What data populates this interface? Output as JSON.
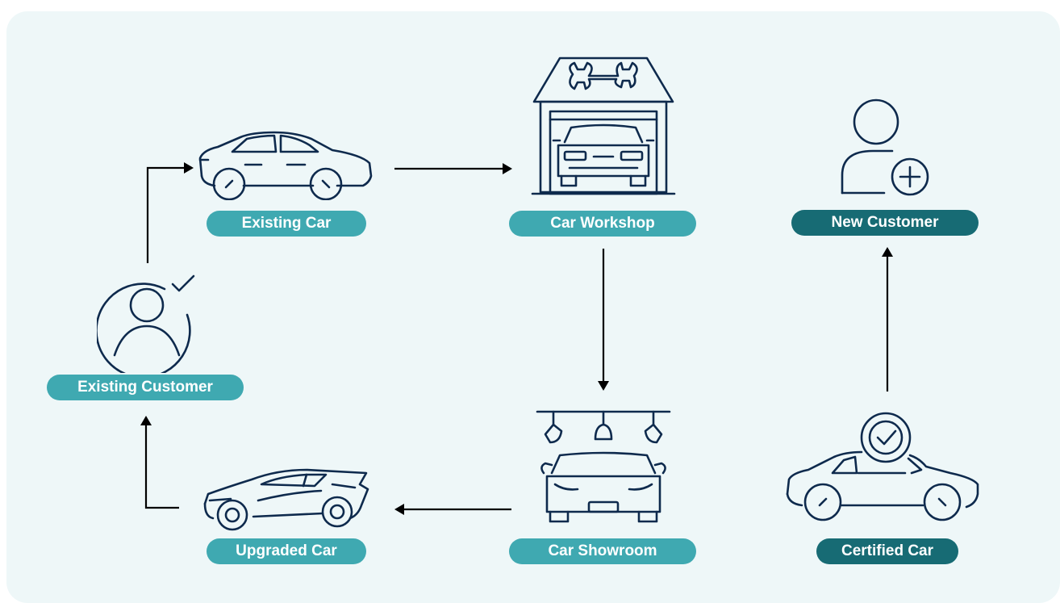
{
  "nodes": {
    "existing_car": {
      "label": "Existing Car",
      "icon": "sedan-car-icon"
    },
    "car_workshop": {
      "label": "Car Workshop",
      "icon": "garage-wrench-icon"
    },
    "new_customer": {
      "label": "New Customer",
      "icon": "user-add-icon"
    },
    "existing_customer": {
      "label": "Existing Customer",
      "icon": "user-check-icon"
    },
    "upgraded_car": {
      "label": "Upgraded Car",
      "icon": "sports-car-icon"
    },
    "car_showroom": {
      "label": "Car Showroom",
      "icon": "showroom-lights-car-icon"
    },
    "certified_car": {
      "label": "Certified Car",
      "icon": "certified-badge-car-icon"
    }
  },
  "edges": [
    {
      "from": "existing_customer",
      "to": "existing_car"
    },
    {
      "from": "existing_car",
      "to": "car_workshop"
    },
    {
      "from": "car_workshop",
      "to": "car_showroom"
    },
    {
      "from": "car_showroom",
      "to": "upgraded_car"
    },
    {
      "from": "upgraded_car",
      "to": "existing_customer"
    },
    {
      "from": "certified_car",
      "to": "new_customer"
    }
  ],
  "colors": {
    "background": "#eef7f8",
    "pill_teal": "#3fa9b1",
    "pill_dark": "#176b74",
    "icon_stroke": "#0e2a4d",
    "arrow": "#000000"
  }
}
